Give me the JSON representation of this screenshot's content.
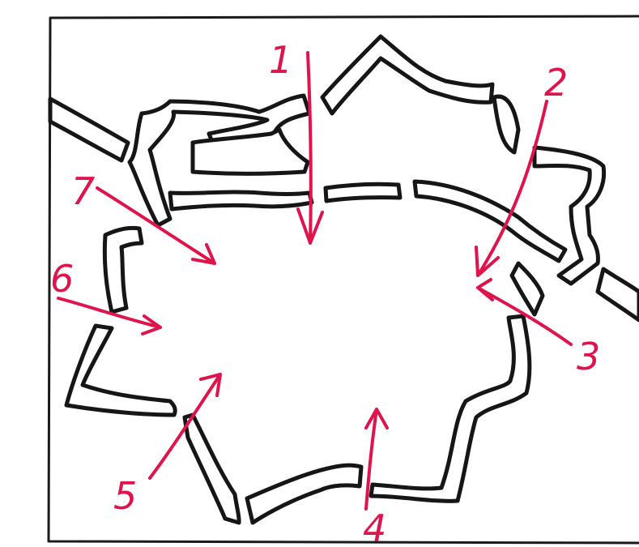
{
  "diagram": {
    "ink_color": "#161616",
    "annotation_color": "#e0144c",
    "callouts": [
      {
        "id": "1",
        "label": "1"
      },
      {
        "id": "2",
        "label": "2"
      },
      {
        "id": "3",
        "label": "3"
      },
      {
        "id": "4",
        "label": "4"
      },
      {
        "id": "5",
        "label": "5"
      },
      {
        "id": "6",
        "label": "6"
      },
      {
        "id": "7",
        "label": "7"
      }
    ]
  }
}
